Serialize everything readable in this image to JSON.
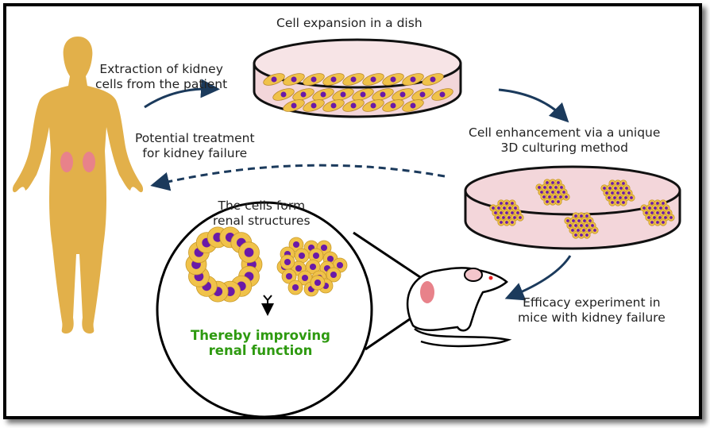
{
  "labels": {
    "extraction": [
      "Extraction of kidney",
      "cells from the patient"
    ],
    "expansion": "Cell expansion in a dish",
    "enhancement": [
      "Cell enhancement via a unique",
      "3D culturing method"
    ],
    "treatment": [
      "Potential treatment",
      "for kidney failure"
    ],
    "structures": [
      "The cells form",
      "renal structures"
    ],
    "efficacy": [
      "Efficacy experiment in",
      "mice with kidney failure"
    ],
    "result": [
      "Thereby improving",
      "renal function"
    ]
  },
  "colors": {
    "body": "#e2b04a",
    "kidney": "#e8828a",
    "cell": "#f0c24a",
    "nucleus": "#6a1aa8",
    "dish_fill": "#f3d6da",
    "arrow": "#1b3a5c",
    "result_text": "#2e9a10"
  },
  "icons": [
    "human-body-icon",
    "petri-dish-icon",
    "mouse-icon",
    "kidney-icon"
  ]
}
